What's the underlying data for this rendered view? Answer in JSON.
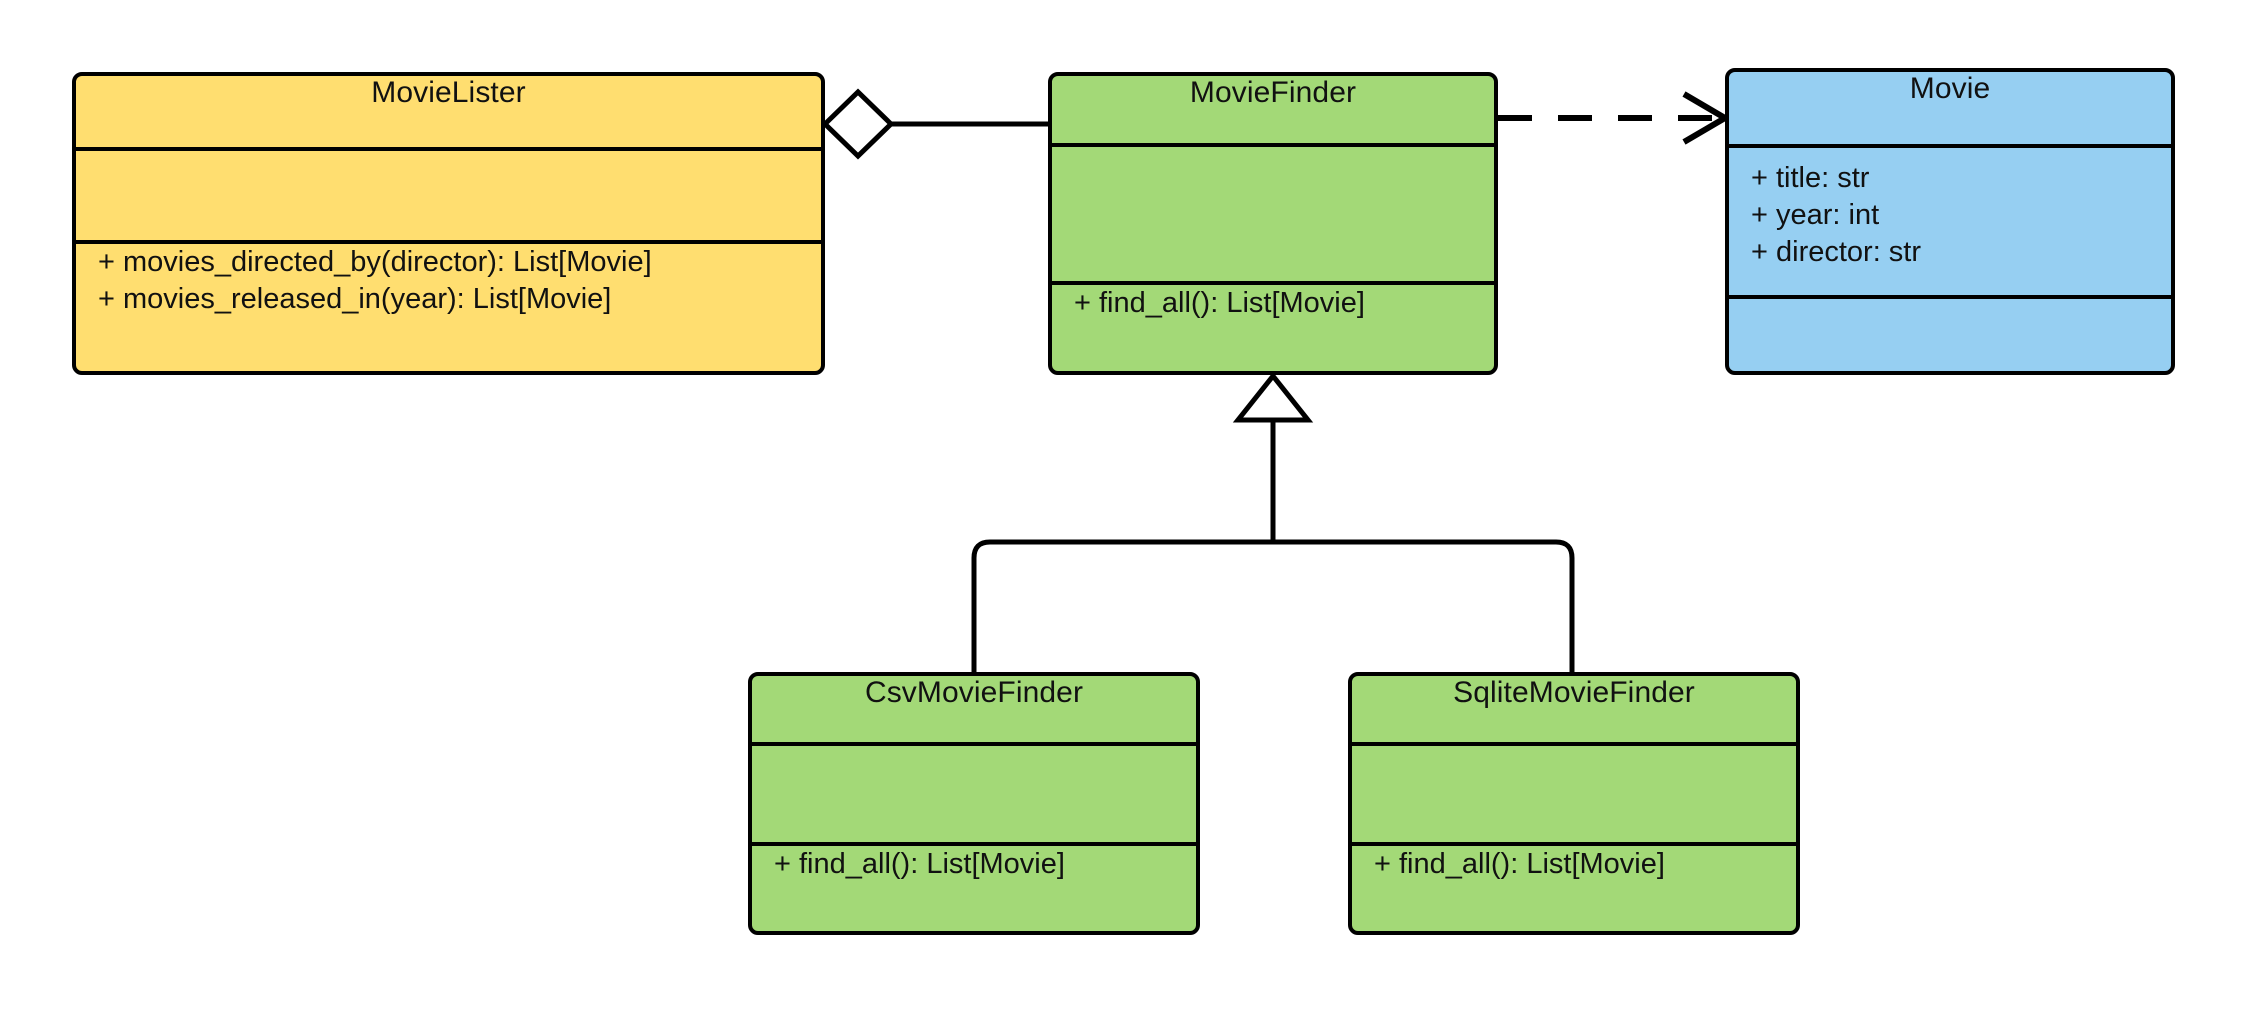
{
  "diagram": {
    "title": "Movie dependency-injection UML class diagram",
    "type": "uml-class-diagram",
    "background_color": "#ffffff",
    "line_color": "#000000"
  },
  "palette": {
    "yellow": "#ffde70",
    "green": "#a3d977",
    "blue": "#96cff2",
    "border": "#000000"
  },
  "classes": [
    {
      "id": "movie-lister",
      "name": "MovieLister",
      "fill": "#ffde70",
      "attributes": [],
      "methods": [
        "+ movies_directed_by(director): List[Movie]",
        "+ movies_released_in(year): List[Movie]"
      ]
    },
    {
      "id": "movie-finder",
      "name": "MovieFinder",
      "fill": "#a3d977",
      "attributes": [],
      "methods": [
        "+ find_all(): List[Movie]"
      ]
    },
    {
      "id": "movie",
      "name": "Movie",
      "fill": "#96cff2",
      "attributes": [
        "+ title: str",
        "+ year: int",
        "+ director: str"
      ],
      "methods": []
    },
    {
      "id": "csv-movie-finder",
      "name": "CsvMovieFinder",
      "fill": "#a3d977",
      "attributes": [],
      "methods": [
        "+ find_all(): List[Movie]"
      ]
    },
    {
      "id": "sqlite-movie-finder",
      "name": "SqliteMovieFinder",
      "fill": "#a3d977",
      "attributes": [],
      "methods": [
        "+ find_all(): List[Movie]"
      ]
    }
  ],
  "relationships": [
    {
      "id": "lister-aggregates-finder",
      "type": "aggregation",
      "marker": "hollow-diamond",
      "line_style": "solid",
      "source": "MovieLister",
      "target": "MovieFinder",
      "label": ""
    },
    {
      "id": "finder-depends-movie",
      "type": "dependency",
      "marker": "open-arrow",
      "line_style": "dashed",
      "source": "MovieFinder",
      "target": "Movie",
      "label": ""
    },
    {
      "id": "csv-inherits-finder",
      "type": "generalization",
      "marker": "hollow-triangle",
      "line_style": "solid",
      "source": "CsvMovieFinder",
      "target": "MovieFinder",
      "label": ""
    },
    {
      "id": "sqlite-inherits-finder",
      "type": "generalization",
      "marker": "hollow-triangle",
      "line_style": "solid",
      "source": "SqliteMovieFinder",
      "target": "MovieFinder",
      "label": ""
    }
  ]
}
